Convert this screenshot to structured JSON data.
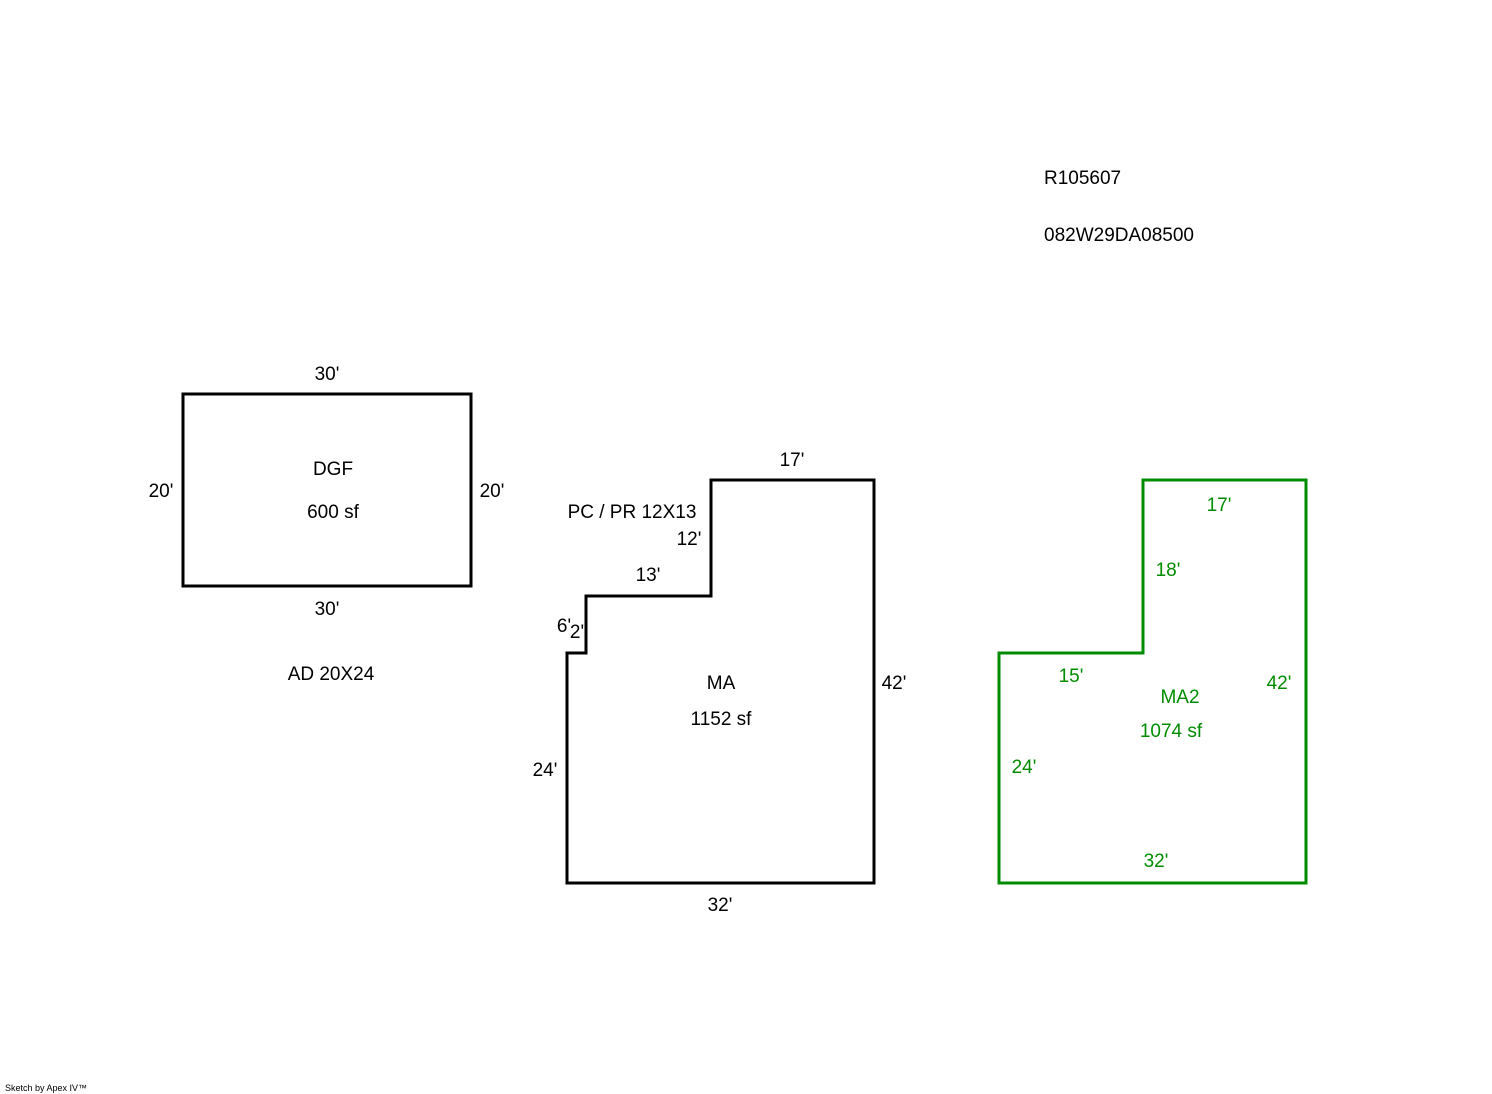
{
  "header": {
    "parcel_id": "R105607",
    "map_number": "082W29DA08500"
  },
  "colors": {
    "outline": "#000000",
    "ma2": "#008c00"
  },
  "dgf": {
    "label": "DGF",
    "area": "600 sf",
    "top": "30'",
    "bottom": "30'",
    "left": "20'",
    "right": "20'",
    "note": "AD  20X24"
  },
  "ma": {
    "label": "MA",
    "area": "1152 sf",
    "top": "17'",
    "right": "42'",
    "bottom": "32'",
    "left": "24'",
    "step_top": "13'",
    "step_riser": "12'",
    "small_riser_a": "6'",
    "small_riser_b": "2'",
    "note": "PC / PR  12X13"
  },
  "ma2": {
    "label": "MA2",
    "area": "1074 sf",
    "top": "17'",
    "inner_vertical": "18'",
    "inner_horizontal": "15'",
    "right": "42'",
    "left": "24'",
    "bottom": "32'"
  },
  "footer": {
    "credit": "Sketch by Apex IV™"
  }
}
